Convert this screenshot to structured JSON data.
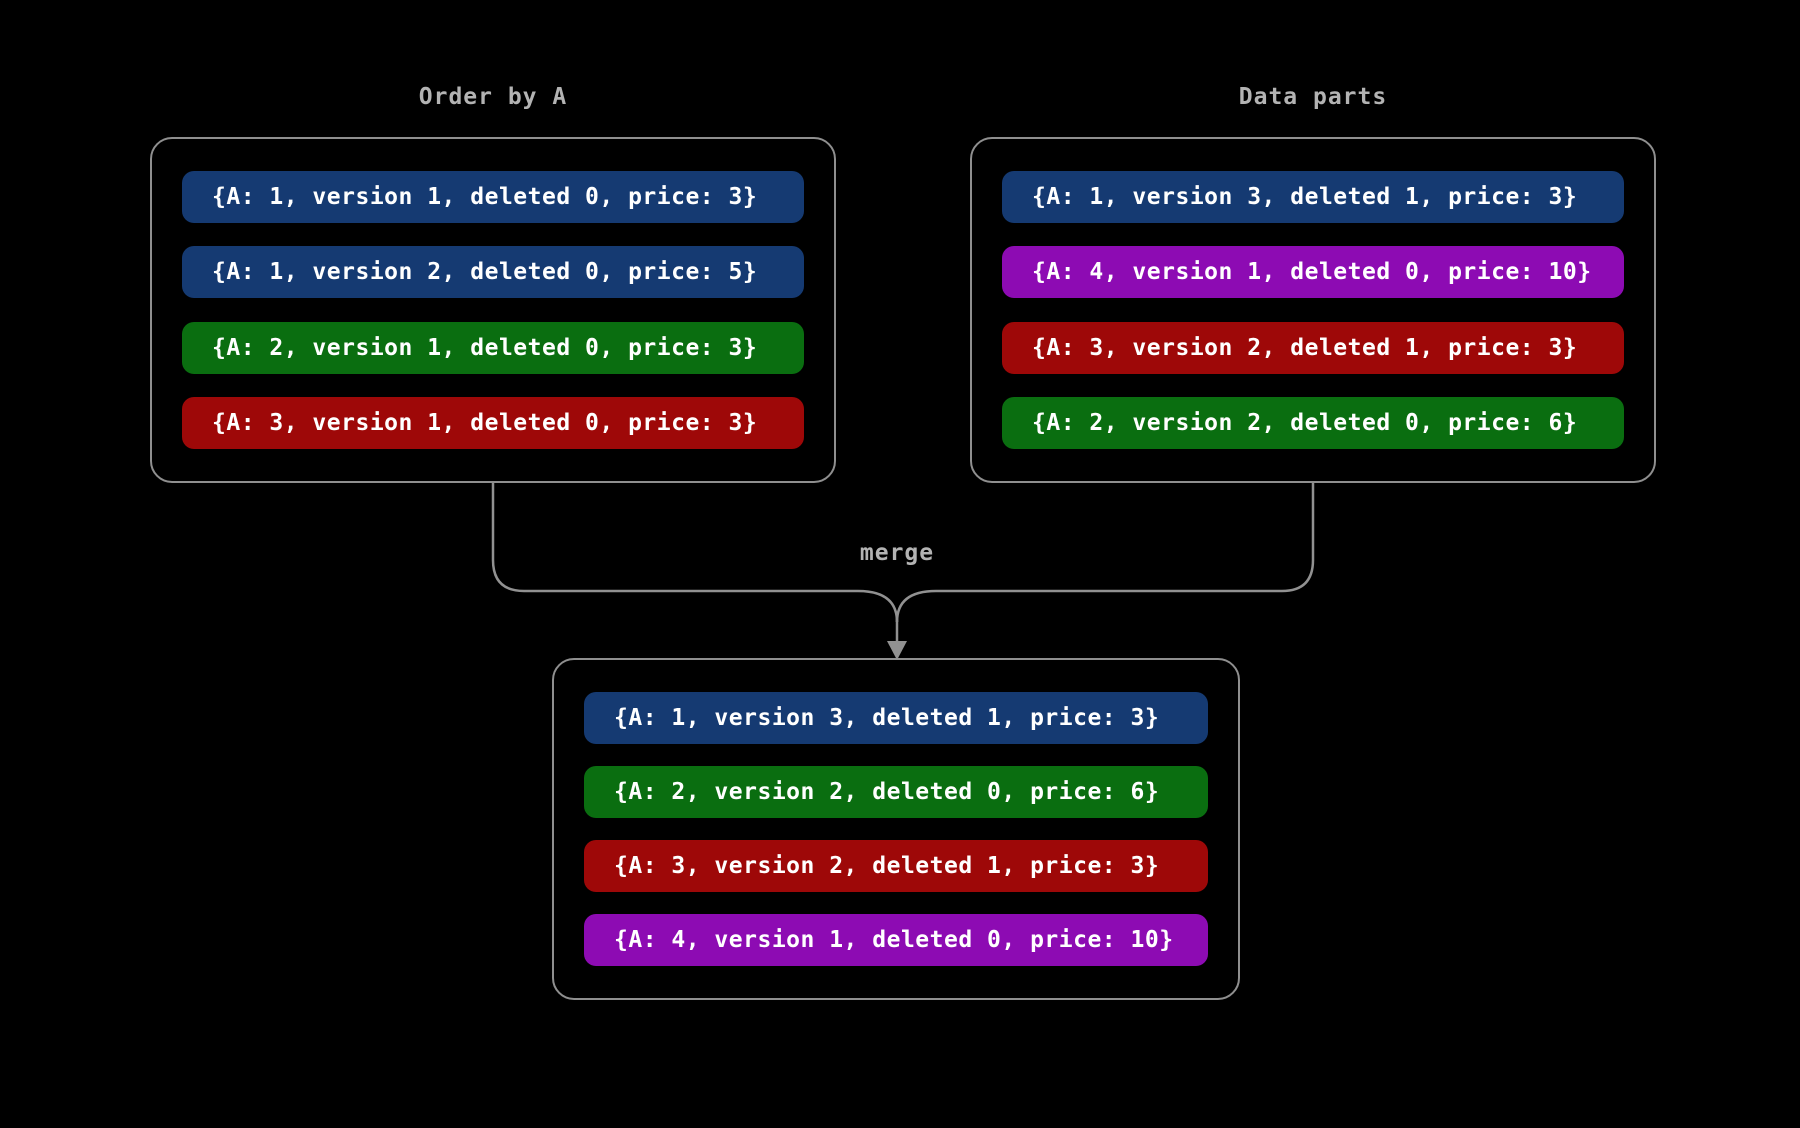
{
  "background": "#000000",
  "palette": {
    "blue": "#153a72",
    "green": "#0a6e10",
    "red": "#9e0808",
    "purple": "#8d0bb3",
    "box_border": "#8f8f8f",
    "row_text": "#ffffff",
    "title_text": "#b3b3b3",
    "connector": "#919191"
  },
  "boxes": {
    "order_by_a": {
      "title": "Order by A",
      "rows": [
        {
          "text": "{A: 1, version 1, deleted 0, price: 3}",
          "color": "blue"
        },
        {
          "text": "{A: 1, version 2, deleted 0, price: 5}",
          "color": "blue"
        },
        {
          "text": "{A: 2, version 1, deleted 0, price: 3}",
          "color": "green"
        },
        {
          "text": "{A: 3, version 1, deleted 0, price: 3}",
          "color": "red"
        }
      ]
    },
    "data_parts": {
      "title": "Data parts",
      "rows": [
        {
          "text": "{A: 1, version 3, deleted 1, price: 3}",
          "color": "blue"
        },
        {
          "text": "{A: 4, version 1, deleted 0, price: 10}",
          "color": "purple"
        },
        {
          "text": "{A: 3, version 2, deleted 1, price: 3}",
          "color": "red"
        },
        {
          "text": "{A: 2, version 2, deleted 0, price: 6}",
          "color": "green"
        }
      ]
    },
    "merged": {
      "rows": [
        {
          "text": "{A: 1, version 3, deleted 1, price: 3}",
          "color": "blue"
        },
        {
          "text": "{A: 2, version 2, deleted 0, price: 6}",
          "color": "green"
        },
        {
          "text": "{A: 3, version 2, deleted 1, price: 3}",
          "color": "red"
        },
        {
          "text": "{A: 4, version 1, deleted 0, price: 10}",
          "color": "purple"
        }
      ]
    }
  },
  "merge_label": "merge"
}
